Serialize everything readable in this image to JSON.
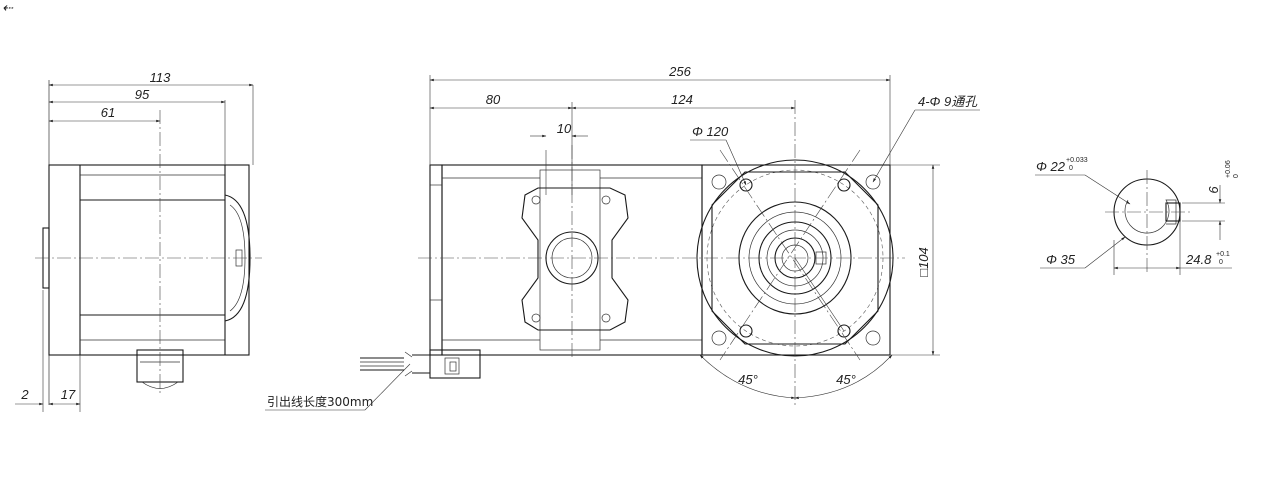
{
  "side_view": {
    "dims": {
      "overall": "113",
      "body": "95",
      "axis": "61",
      "flange": "2",
      "offset": "17"
    }
  },
  "front_view": {
    "dims": {
      "overall": "256",
      "left": "80",
      "right": "124",
      "key": "10",
      "pcd": "Φ 120",
      "holes": "4-Φ 9通孔",
      "square": "□104",
      "angle_a": "45°",
      "angle_b": "45°"
    },
    "lead_label": "引出线长度300mm"
  },
  "shaft_view": {
    "dims": {
      "bore": "Φ 22",
      "bore_tol_upper": "+0.033",
      "bore_tol_lower": "0",
      "hub": "Φ 35",
      "key_width": "6",
      "key_tol_upper": "+0.06",
      "key_tol_lower": "0",
      "key_depth": "24.8",
      "key_depth_tol_upper": "+0.1",
      "key_depth_tol_lower": "0"
    }
  },
  "corner_mark": "⇠"
}
